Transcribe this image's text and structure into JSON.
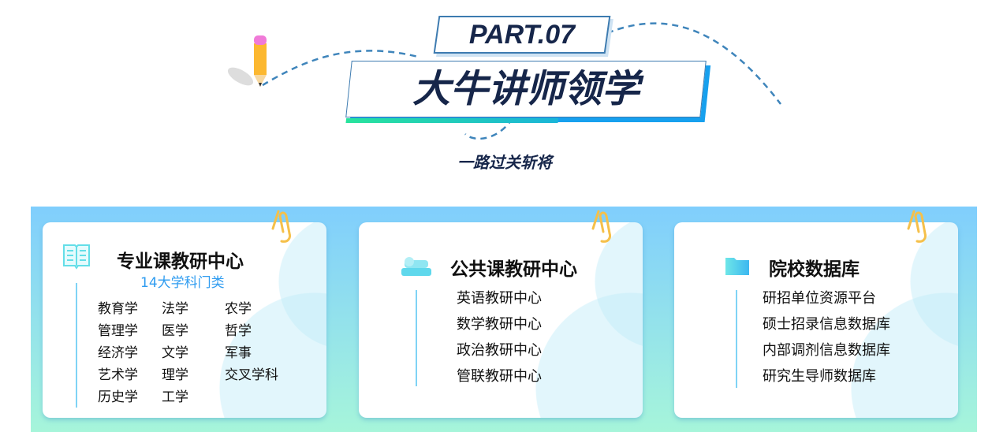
{
  "header": {
    "part": "PART.07",
    "title": "大牛讲师领学",
    "subtitle": "一路过关斩将"
  },
  "cards": [
    {
      "title": "专业课教研中心",
      "subtitle": "14大学科门类",
      "icon": "book-icon",
      "subjects": [
        "教育学",
        "法学",
        "农学",
        "管理学",
        "医学",
        "哲学",
        "经济学",
        "文学",
        "军事",
        "艺术学",
        "理学",
        "交叉学科",
        "历史学",
        "工学"
      ]
    },
    {
      "title": "公共课教研中心",
      "icon": "books-icon",
      "items": [
        "英语教研中心",
        "数学教研中心",
        "政治教研中心",
        "管联教研中心"
      ]
    },
    {
      "title": "院校数据库",
      "icon": "folder-icon",
      "items": [
        "研招单位资源平台",
        "硕士招录信息数据库",
        "内部调剂信息数据库",
        "研究生导师数据库"
      ]
    }
  ],
  "colors": {
    "accent": "#2f9cf0",
    "navy": "#16264a",
    "clip": "#f5c04a"
  }
}
